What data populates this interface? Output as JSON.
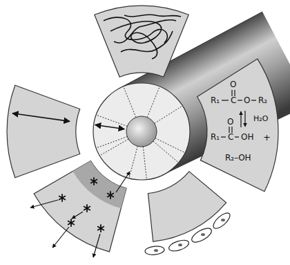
{
  "diagram": {
    "labels": [
      "O",
      "R₁",
      "C",
      "O",
      "R₂",
      "H₂O",
      "O",
      "R₁",
      "C",
      "OH",
      "+",
      "R₂–OH"
    ]
  }
}
